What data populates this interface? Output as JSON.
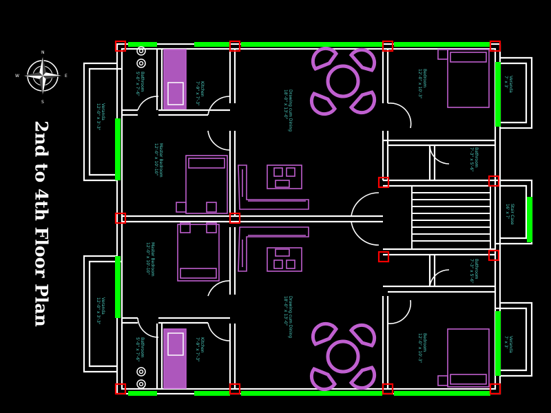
{
  "title": "2nd to 4th Floor Plan",
  "compass": {
    "n": "N",
    "s": "S",
    "e": "E",
    "w": "W"
  },
  "rooms": {
    "kitchen_top": [
      "Kitchen",
      "7'-9\" x 7'-3\""
    ],
    "bath_top_left": [
      "Bathroom",
      "5'-0\" x 7'-6\""
    ],
    "veranda_top_left": [
      "Veranda",
      "12'-0\" x 3'-3\""
    ],
    "master_top": [
      "Master Bedroom",
      "12'-0\" x 10'-10\""
    ],
    "drawing_top": [
      "Drawing cum Dining",
      "18'-0\" x 13'-0\""
    ],
    "bedroom_top_right": [
      "Bedroom",
      "12'-0\" x 10'-3\""
    ],
    "veranda_top_right": [
      "Veranda",
      "7' x 3'"
    ],
    "bath_top_right": [
      "Bathroom",
      "7'-3\" x 5'-6\""
    ],
    "stair": [
      "Stair Case",
      "16' x 7'"
    ],
    "bath_bot_right": [
      "Bathroom",
      "7'-3\" x 5'-6\""
    ],
    "master_bot": [
      "Master Bedroom",
      "12'-0\" x 10'-10\""
    ],
    "veranda_bot_left": [
      "Veranda",
      "12'-0\" x 3'-3\""
    ],
    "drawing_bot": [
      "Drawing cum Dining",
      "18'-0\" x 13'-0\""
    ],
    "kitchen_bot": [
      "Kitchen",
      "7'-9\" x 7'-3\""
    ],
    "bath_bot_left": [
      "Bathroom",
      "5'-0\" x 7'-6\""
    ],
    "bedroom_bot_right": [
      "Bedroom",
      "12'-0\" x 10'-3\""
    ],
    "veranda_bot_right": [
      "Veranda",
      "7' x 3'"
    ]
  },
  "colors": {
    "background": "#000000",
    "wall": "#ffffff",
    "window": "#00ff00",
    "column": "#ff0000",
    "furniture": "#c060d0",
    "label": "#4fd1c5"
  }
}
